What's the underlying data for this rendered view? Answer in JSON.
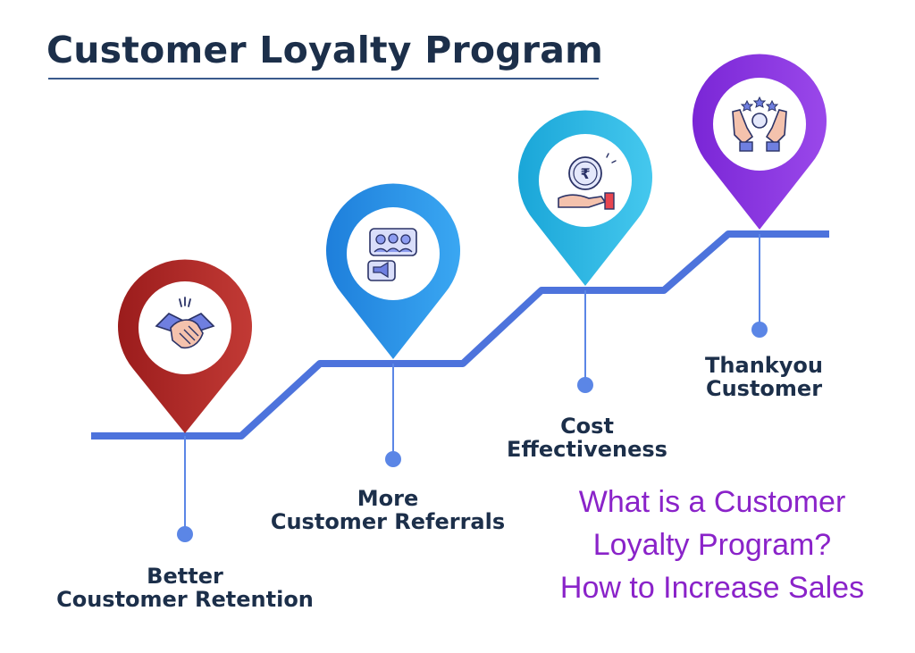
{
  "title": "Customer Loyalty Program",
  "colors": {
    "title_text": "#1c2f4a",
    "path_line": "#4d73dc",
    "connector": "#5b86e6",
    "dot": "#5b86e6",
    "caption_text": "#8a23c9"
  },
  "steps": [
    {
      "icon": "handshake-icon",
      "label_lines": [
        "Better",
        "Coustomer Retention"
      ],
      "pin_color": "#9b1c1c",
      "pin_color_light": "#c23a35"
    },
    {
      "icon": "group-megaphone-icon",
      "label_lines": [
        "More",
        "Customer Referrals"
      ],
      "pin_color": "#1e7fdb",
      "pin_color_light": "#3aa7f2"
    },
    {
      "icon": "rupee-coin-hand-icon",
      "label_lines": [
        "Cost",
        "Effectiveness"
      ],
      "pin_color": "#1aa6d8",
      "pin_color_light": "#45c8ee"
    },
    {
      "icon": "star-hands-icon",
      "label_lines": [
        "Thankyou",
        "Customer"
      ],
      "pin_color": "#7a26d6",
      "pin_color_light": "#9a48ea"
    }
  ],
  "caption": {
    "lines": [
      "What is a Customer",
      "Loyalty Program?",
      "How to Increase Sales"
    ]
  }
}
